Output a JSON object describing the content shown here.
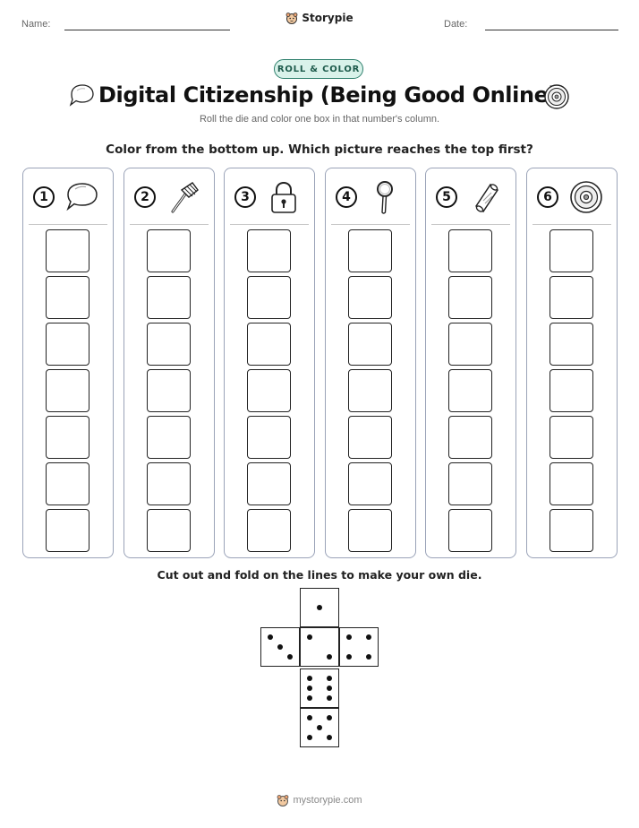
{
  "header": {
    "name_label": "Name:",
    "date_label": "Date:",
    "brand": "Storypie"
  },
  "badge": "ROLL & COLOR",
  "title": "Digital Citizenship (Being Good Online)",
  "subtitle": "Roll the die and color one box in that number's column.",
  "instruction": "Color from the bottom up. Which picture reaches the top first?",
  "columns": [
    {
      "number": "1",
      "icon": "speech-bubble-icon"
    },
    {
      "number": "2",
      "icon": "rake-icon"
    },
    {
      "number": "3",
      "icon": "padlock-icon"
    },
    {
      "number": "4",
      "icon": "magnifying-glass-icon"
    },
    {
      "number": "5",
      "icon": "scroll-icon"
    },
    {
      "number": "6",
      "icon": "shield-icon"
    }
  ],
  "boxes_per_column": 7,
  "die_instruction": "Cut out and fold on the lines to make your own die.",
  "footer": "mystorypie.com",
  "colors": {
    "badge_bg": "#d9f2ea",
    "badge_border": "#2e7f6c",
    "column_border": "#9aa3b8"
  }
}
